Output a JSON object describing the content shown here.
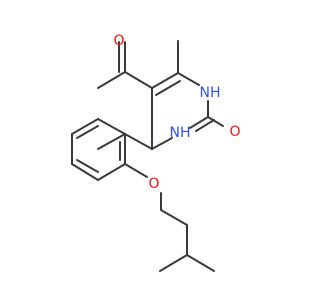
{
  "molecule": {
    "colors": {
      "bond": "#3a3a3a",
      "O": "#ff0d0d",
      "N": "#3050f8"
    },
    "atoms": [
      {
        "id": "o_acetyl",
        "text": "O",
        "element": "O"
      },
      {
        "id": "nh_right",
        "text": "NH",
        "element": "N"
      },
      {
        "id": "o_carbonyl",
        "text": "O",
        "element": "O"
      },
      {
        "id": "nh_bottom",
        "text": "NH",
        "element": "N"
      },
      {
        "id": "o_ether",
        "text": "O",
        "element": "O"
      }
    ]
  }
}
